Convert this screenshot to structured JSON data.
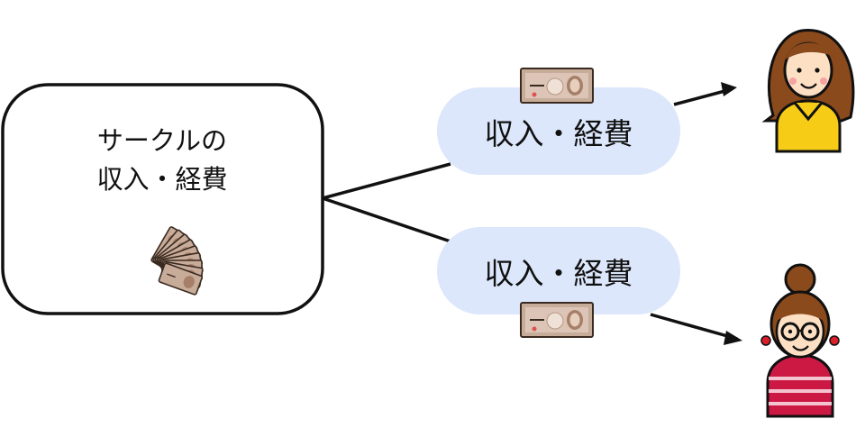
{
  "source_box": {
    "line1": "サークルの",
    "line2": "収入・経費"
  },
  "branch_top": {
    "label": "収入・経費"
  },
  "branch_bottom": {
    "label": "収入・経費"
  },
  "colors": {
    "pill_fill": "#dce7fb",
    "stroke": "#111111",
    "bill": "#cbb3a4",
    "bill_dark": "#7d5a48",
    "hair": "#8a4a1c",
    "skin": "#fde0c4",
    "yellow_top": "#f7cc17",
    "red_stripe": "#cc1944"
  },
  "icons": [
    "money-fan-icon",
    "banknote-icon",
    "woman-yellow-icon",
    "woman-glasses-icon"
  ]
}
